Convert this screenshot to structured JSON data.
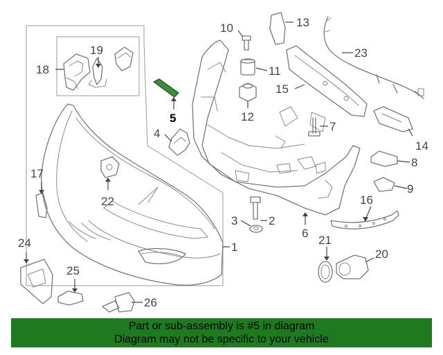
{
  "callouts": {
    "c1": "1",
    "c2": "2",
    "c3": "3",
    "c4": "4",
    "c5": "5",
    "c6": "6",
    "c7": "7",
    "c8": "8",
    "c9": "9",
    "c10": "10",
    "c11": "11",
    "c12": "12",
    "c13": "13",
    "c14": "14",
    "c15": "15",
    "c16": "16",
    "c17": "17",
    "c18": "18",
    "c19": "19",
    "c20": "20",
    "c21": "21",
    "c22": "22",
    "c23": "23",
    "c24": "24",
    "c25": "25",
    "c26": "26"
  },
  "highlighted_part": "5",
  "colors": {
    "highlight_part": "#3c8c3c",
    "footer_background": "#1e7a1e"
  },
  "footer": {
    "line1": "Part or sub-assembly is #5 in diagram",
    "line2": "Diagram may not be specific to your vehicle"
  }
}
